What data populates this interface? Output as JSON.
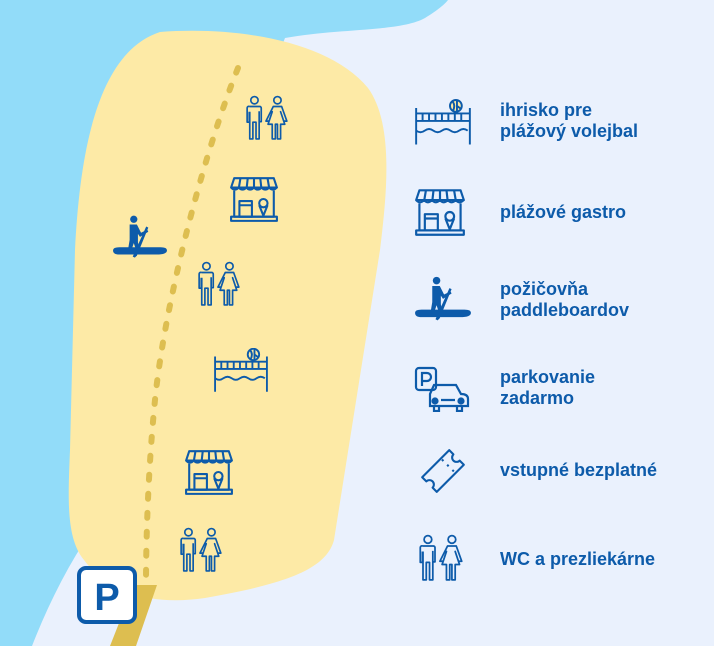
{
  "colors": {
    "water": "#92DCF9",
    "sand": "#FDEAA6",
    "land": "#EAF1FD",
    "path": "#DDBE50",
    "icon": "#0D5BAA"
  },
  "map": {
    "markers": [
      {
        "icon": "wc-icon"
      },
      {
        "icon": "beach-gastro-icon"
      },
      {
        "icon": "paddleboard-icon"
      },
      {
        "icon": "wc-icon"
      },
      {
        "icon": "beach-volleyball-icon"
      },
      {
        "icon": "beach-gastro-icon"
      },
      {
        "icon": "wc-icon"
      },
      {
        "icon": "parking-sign-icon",
        "label": "P"
      }
    ]
  },
  "legend": [
    {
      "icon": "beach-volleyball-icon",
      "label": "ihrisko pre\nplážový volejbal"
    },
    {
      "icon": "beach-gastro-icon",
      "label": "plážové gastro"
    },
    {
      "icon": "paddleboard-icon",
      "label": "požičovňa\npaddleboardov"
    },
    {
      "icon": "parking-car-icon",
      "label": "parkovanie\nzadarmo"
    },
    {
      "icon": "ticket-icon",
      "label": "vstupné bezplatné"
    },
    {
      "icon": "wc-icon",
      "label": "WC a prezliekárne"
    }
  ]
}
